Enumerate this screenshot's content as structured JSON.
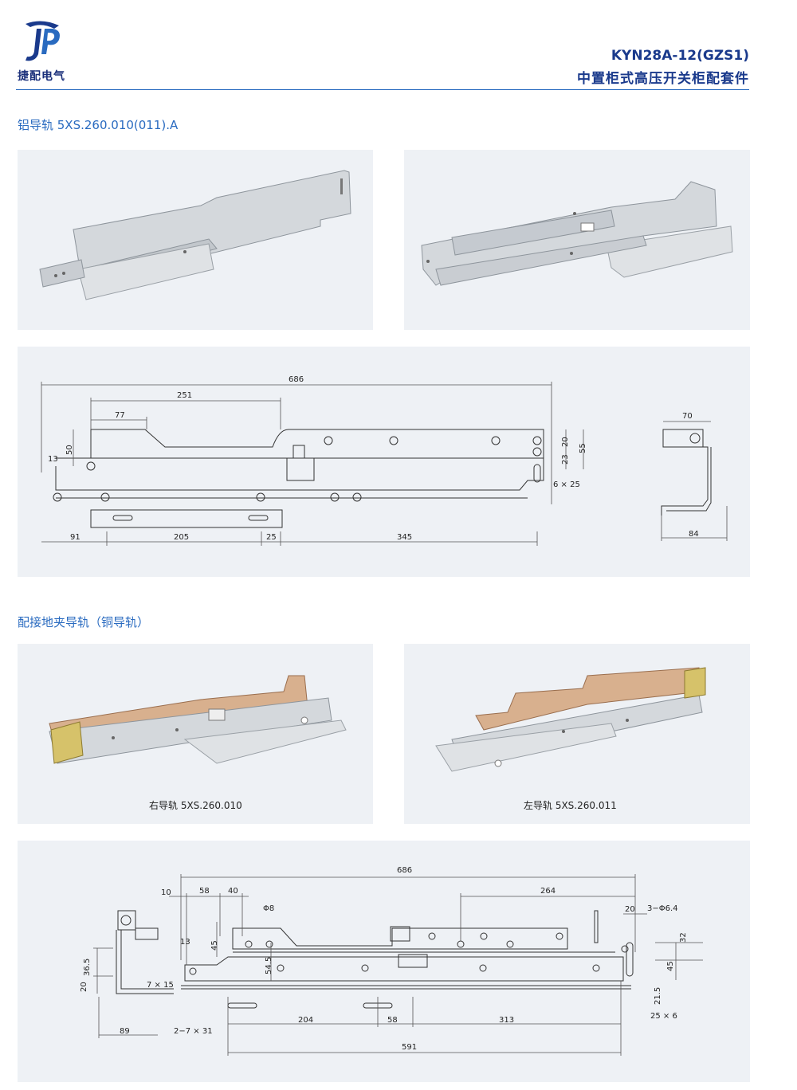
{
  "brand": {
    "logo_text": "捷配电气",
    "logo_letters": "JP"
  },
  "header": {
    "model": "KYN28A-12(GZS1)",
    "subtitle": "中置柜式高压开关柜配套件"
  },
  "section1": {
    "title": "铝导轨 5XS.260.010(011).A",
    "drawing_dims": {
      "d686": "686",
      "d251": "251",
      "d77": "77",
      "d50": "50",
      "d13": "13",
      "d91": "91",
      "d205": "205",
      "d25": "25",
      "d345": "345",
      "d20": "20",
      "d23": "23",
      "d55": "55",
      "d6x25": "6 × 25",
      "d70": "70",
      "d84": "84"
    }
  },
  "section2": {
    "title": "配接地夹导轨（铜导轨）",
    "caption_right": "右导轨 5XS.260.010",
    "caption_left": "左导轨 5XS.260.011",
    "drawing_dims": {
      "d686": "686",
      "d10": "10",
      "d58": "58",
      "d40": "40",
      "d264": "264",
      "d8": "Φ8",
      "d20": "20",
      "d3x64": "3−Φ6.4",
      "d13": "13",
      "d45": "45",
      "d32": "32",
      "d545": "54.5",
      "d45b": "45",
      "d365": "36.5",
      "d20b": "20",
      "d7x15": "7 × 15",
      "d215": "21.5",
      "d25x6": "25 × 6",
      "d89": "89",
      "d2x7x31": "2−7 × 31",
      "d204": "204",
      "d58b": "58",
      "d313": "313",
      "d591": "591"
    }
  }
}
